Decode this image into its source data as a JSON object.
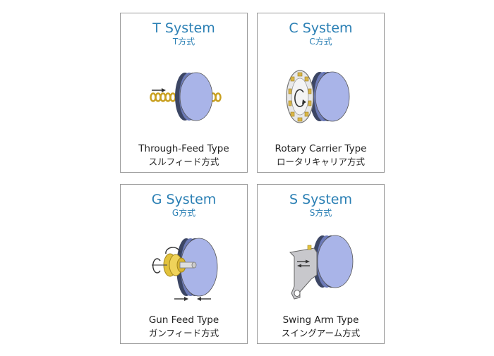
{
  "systems": [
    {
      "title": "T System",
      "subtitle": "T方式",
      "caption_en": "Through-Feed Type",
      "caption_ja": "スルフィード方式"
    },
    {
      "title": "C System",
      "subtitle": "C方式",
      "caption_en": "Rotary Carrier Type",
      "caption_ja": "ロータリキャリア方式"
    },
    {
      "title": "G System",
      "subtitle": "G方式",
      "caption_en": "Gun Feed Type",
      "caption_ja": "ガンフィード方式"
    },
    {
      "title": "S System",
      "subtitle": "S方式",
      "caption_en": "Swing Arm Type",
      "caption_ja": "スイングアーム方式"
    }
  ],
  "colors": {
    "title": "#2a7fb4",
    "wheel_face": "#a9b4e8",
    "wheel_rim": "#3c4664",
    "workpiece": "#e2c23c",
    "border": "#9a9a9a"
  }
}
